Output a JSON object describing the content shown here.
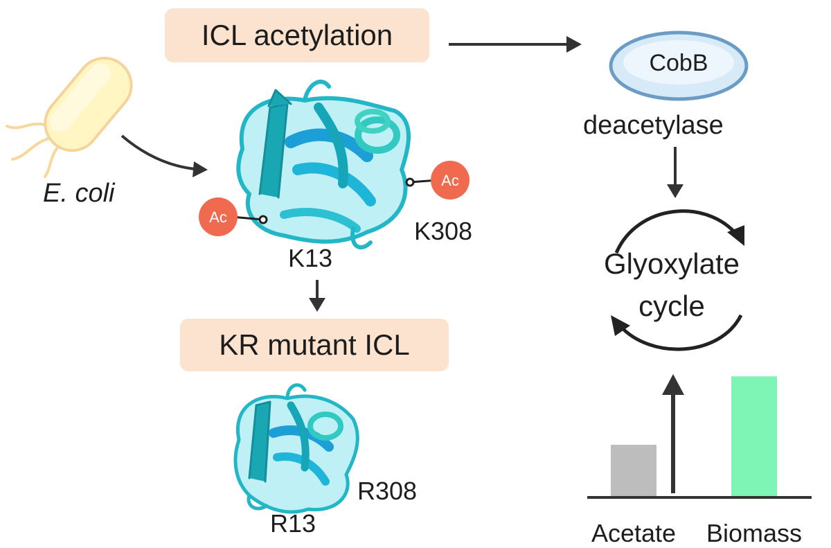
{
  "organism": {
    "label": "E. coli"
  },
  "top_box": {
    "label": "ICL acetylation"
  },
  "bottom_box": {
    "label": "KR mutant ICL"
  },
  "acetylated_protein": {
    "ac_label": "Ac",
    "site_left": "K13",
    "site_right": "K308"
  },
  "mutant_protein": {
    "site_left": "R13",
    "site_right": "R308"
  },
  "enzyme": {
    "name": "CobB",
    "role": "deacetylase"
  },
  "cycle": {
    "line1": "Glyoxylate",
    "line2": "cycle"
  },
  "bar_chart": {
    "chart_data": {
      "type": "bar",
      "categories": [
        "Acetate",
        "Biomass"
      ],
      "values": [
        1,
        2.3
      ],
      "colors": [
        "#bdbdbd",
        "#7ef5b5"
      ],
      "ylim": [
        0,
        2.5
      ]
    }
  },
  "colors": {
    "pill": "#fbe3cf",
    "acetyl": "#f06a4f",
    "protein": "#1fb8c8",
    "enzyme_fill": "#d7eaf8",
    "enzyme_stroke": "#6b9cc6",
    "arrow": "#333333"
  }
}
